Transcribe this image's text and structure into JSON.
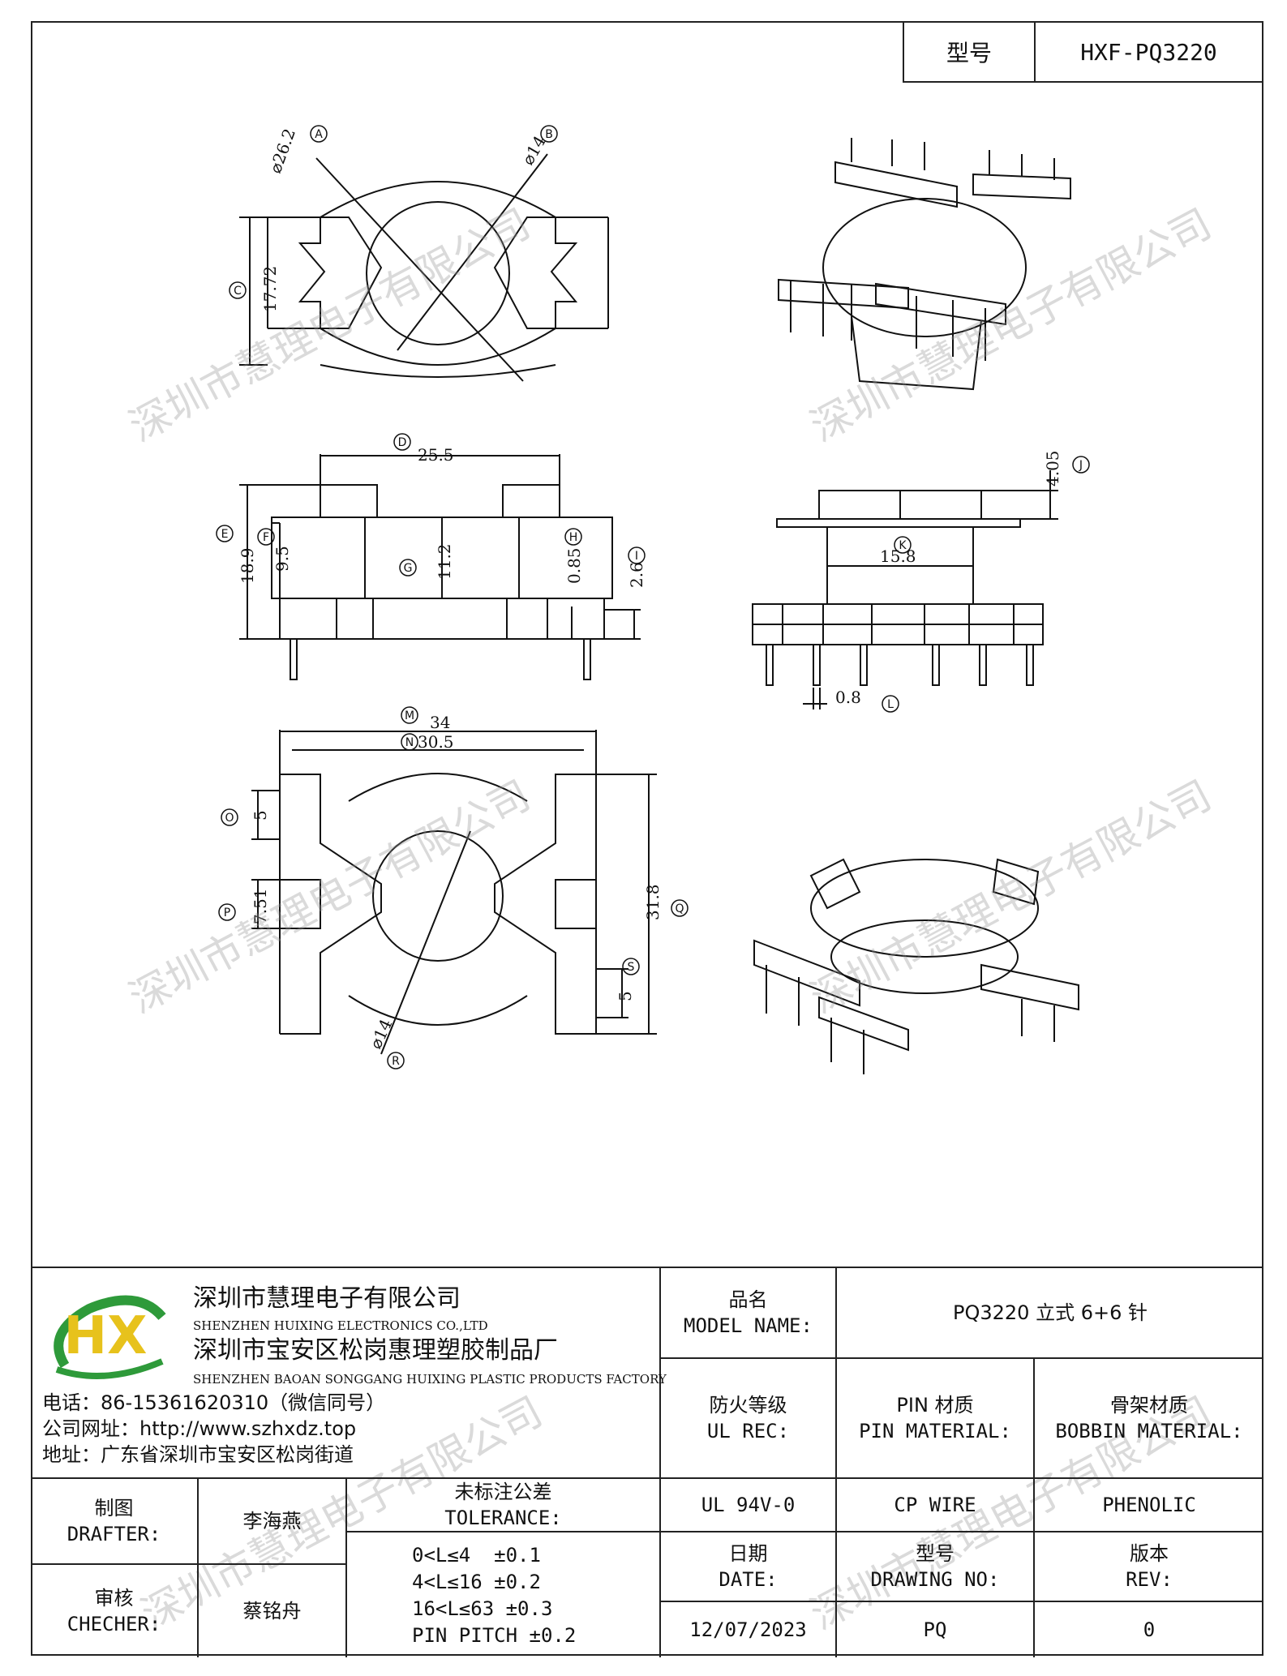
{
  "header": {
    "type_label": "型号",
    "type_value": "HXF-PQ3220"
  },
  "dimensions": {
    "top_view": {
      "A": "⌀26.2",
      "B": "⌀14",
      "C": "17.72"
    },
    "front_view": {
      "D": "25.5",
      "E": "18.9",
      "F": "9.5",
      "G": "11.2",
      "H": "0.85",
      "I": "2.6"
    },
    "side_view": {
      "J": "4.05",
      "K": "15.8",
      "L": "0.8"
    },
    "bottom_view": {
      "M": "34",
      "N": "30.5",
      "O": "5",
      "P": "7.51",
      "Q": "31.8",
      "R": "⌀14",
      "S": "5"
    },
    "letters": [
      "A",
      "B",
      "C",
      "D",
      "E",
      "F",
      "G",
      "H",
      "I",
      "J",
      "K",
      "L",
      "M",
      "N",
      "O",
      "P",
      "Q",
      "R",
      "S"
    ]
  },
  "watermark": "深圳市慧理电子有限公司",
  "company": {
    "name_cn": "深圳市慧理电子有限公司",
    "name_en": "SHENZHEN HUIXING ELECTRONICS CO.,LTD",
    "factory_cn": "深圳市宝安区松岗惠理塑胶制品厂",
    "factory_en": "SHENZHEN BAOAN SONGGANG HUIXING PLASTIC PRODUCTS FACTORY",
    "phone": "电话：86-15361620310（微信同号）",
    "website": "公司网址：http://www.szhxdz.top",
    "address": "地址：广东省深圳市宝安区松岗街道",
    "logo_text": "HX"
  },
  "title_block": {
    "model_name_label_cn": "品名",
    "model_name_label_en": "MODEL NAME:",
    "model_name_value": "PQ3220 立式 6+6 针",
    "ul_label_cn": "防火等级",
    "ul_label_en": "UL REC:",
    "pin_label_cn": "PIN 材质",
    "pin_label_en": "PIN MATERIAL:",
    "bobbin_label_cn": "骨架材质",
    "bobbin_label_en": "BOBBIN MATERIAL:",
    "ul_value": "UL 94V-0",
    "pin_value": "CP WIRE",
    "bobbin_value": "PHENOLIC",
    "drafter_label_cn": "制图",
    "drafter_label_en": "DRAFTER:",
    "drafter_value": "李海燕",
    "checker_label_cn": "审核",
    "checker_label_en": "CHECHER:",
    "checker_value": "蔡铭舟",
    "tolerance_label_cn": "未标注公差",
    "tolerance_label_en": "TOLERANCE:",
    "tolerance_lines": [
      "0<L≤4  ±0.1",
      "4<L≤16 ±0.2",
      "16<L≤63 ±0.3",
      "PIN PITCH ±0.2"
    ],
    "date_label_cn": "日期",
    "date_label_en": "DATE:",
    "date_value": "12/07/2023",
    "drawing_no_label_cn": "型号",
    "drawing_no_label_en": "DRAWING NO:",
    "drawing_no_value": "PQ",
    "rev_label_cn": "版本",
    "rev_label_en": "REV:",
    "rev_value": "0"
  }
}
